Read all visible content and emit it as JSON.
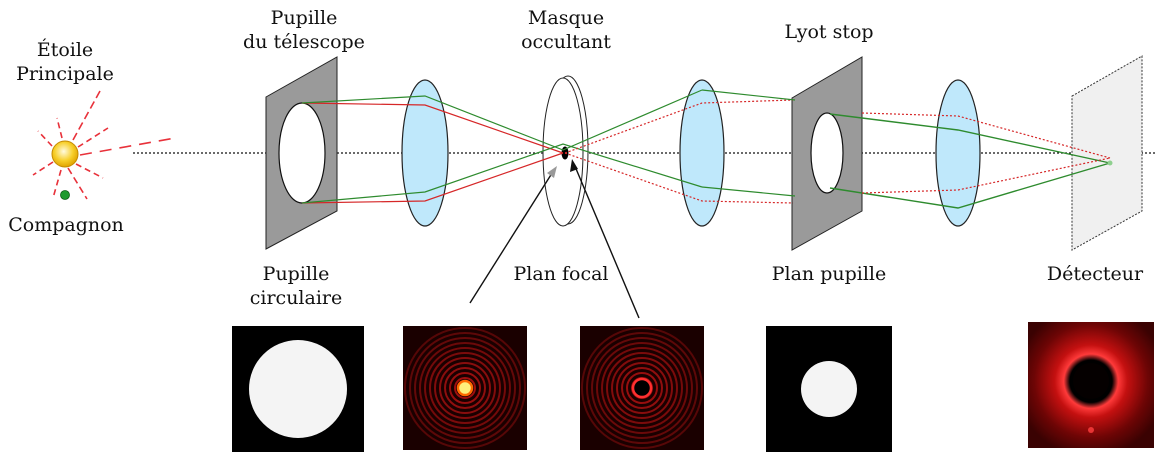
{
  "labels": {
    "star_line1": "Étoile",
    "star_line2": "Principale",
    "companion": "Compagnon",
    "pupil_line1": "Pupille",
    "pupil_line2": "du télescope",
    "mask_line1": "Masque",
    "mask_line2": "occultant",
    "lyot": "Lyot stop",
    "circ_line1": "Pupille",
    "circ_line2": "circulaire",
    "focal_plane": "Plan focal",
    "pupil_plane": "Plan pupille",
    "detector": "Détecteur"
  },
  "colors": {
    "star_fill": "#f5c518",
    "star_rays": "#e8313a",
    "companion": "#1f9a2f",
    "lens_fill": "#bfe8fb",
    "plate_fill": "#9a9a9a",
    "detector_fill": "#f0f0f0",
    "ray_red": "#d62728",
    "ray_green": "#2e8b2e",
    "psf_core": "#fff07a",
    "psf_ring": "#c01010"
  },
  "panels": [
    {
      "name": "circular-pupil-image",
      "kind": "disk-large"
    },
    {
      "name": "airy-psf-image",
      "kind": "airy"
    },
    {
      "name": "masked-psf-image",
      "kind": "airy-masked"
    },
    {
      "name": "lyot-pupil-image",
      "kind": "disk-small"
    },
    {
      "name": "detector-image",
      "kind": "coronagraph"
    }
  ]
}
